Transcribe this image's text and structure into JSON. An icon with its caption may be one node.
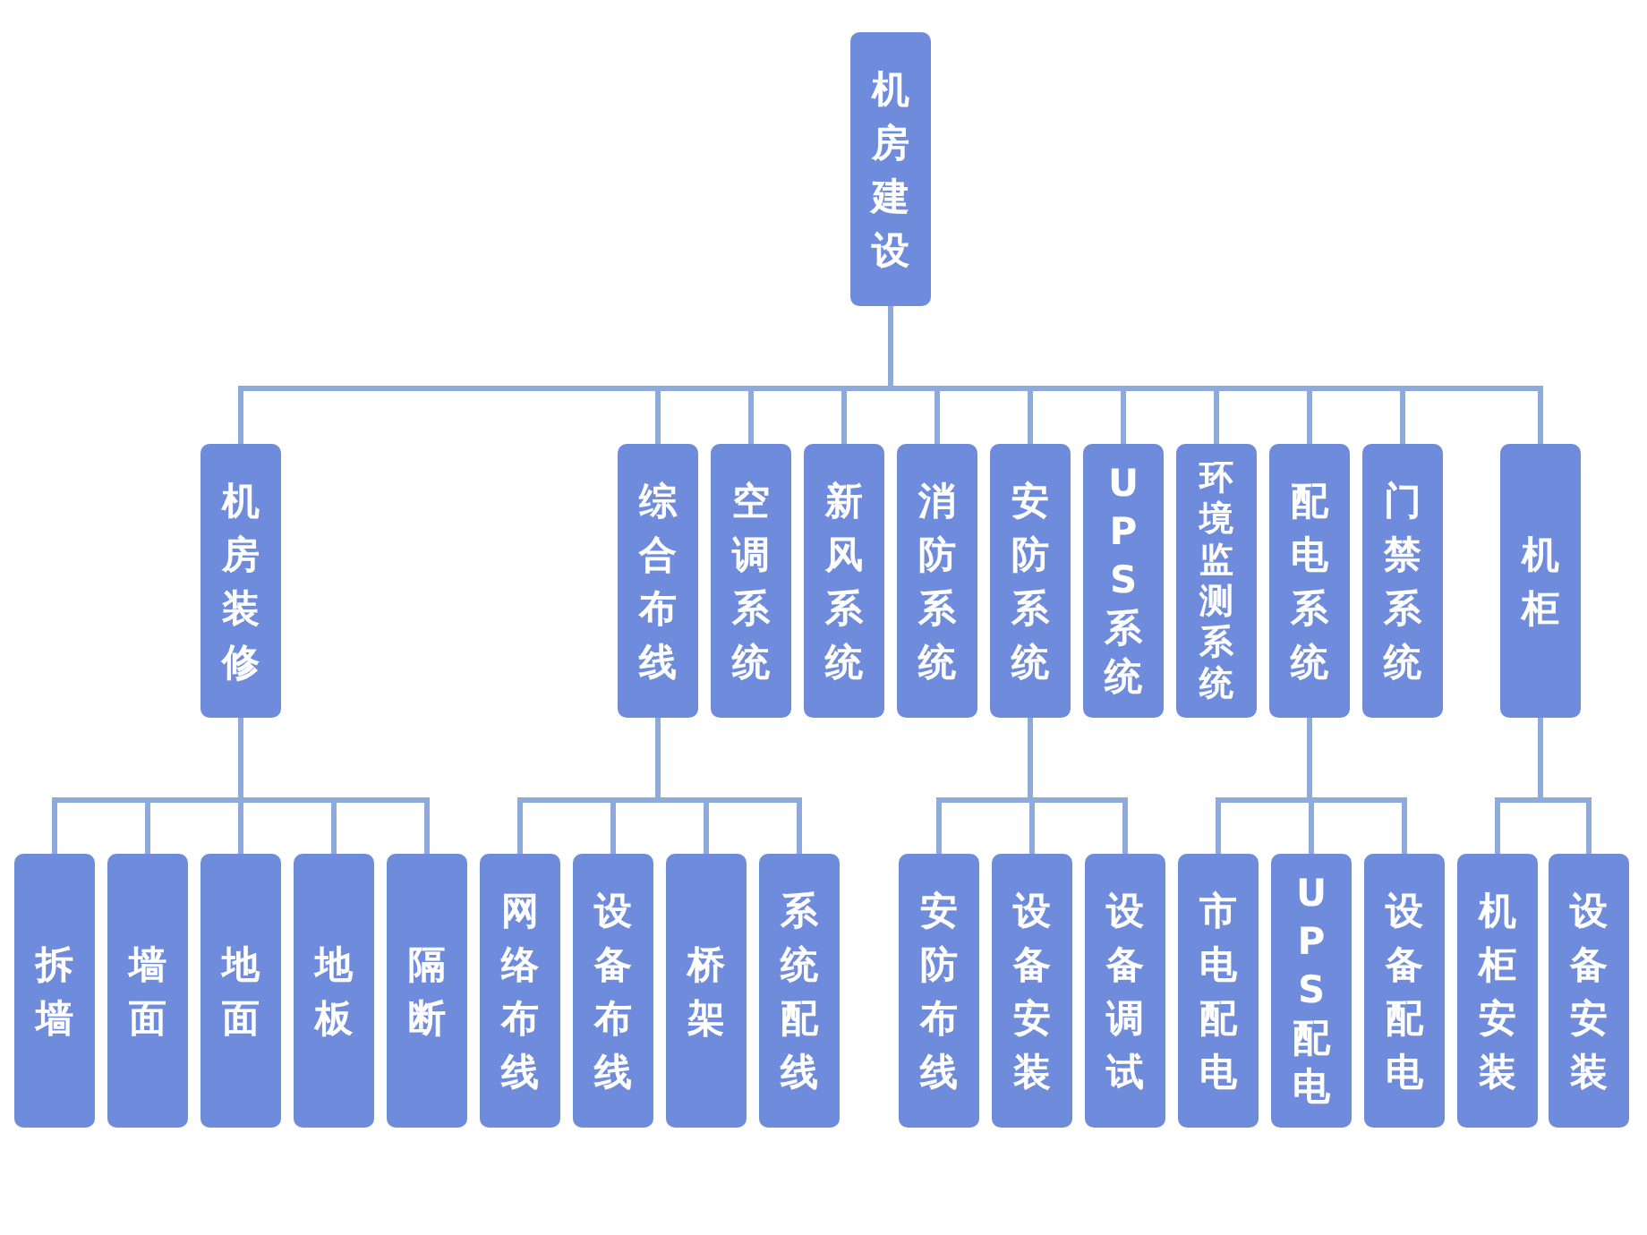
{
  "diagram": {
    "nodes": [
      {
        "text": [
          "机房建设"
        ]
      },
      {
        "text": [
          "机房装修"
        ]
      },
      {
        "text": [
          "综合布线"
        ]
      },
      {
        "text": [
          "空调系统"
        ]
      },
      {
        "text": [
          "新风系统"
        ]
      },
      {
        "text": [
          "消防系统"
        ]
      },
      {
        "text": [
          "安防系统"
        ]
      },
      {
        "text": [
          "UPS系统"
        ]
      },
      {
        "text": [
          "环境监测系统"
        ]
      },
      {
        "text": [
          "配电系统"
        ]
      },
      {
        "text": [
          "门禁系统"
        ]
      },
      {
        "text": [
          "机柜"
        ]
      },
      {
        "text": [
          "拆墙"
        ]
      },
      {
        "text": [
          "墙面"
        ]
      },
      {
        "text": [
          "地面"
        ]
      },
      {
        "text": [
          "地板"
        ]
      },
      {
        "text": [
          "隔断"
        ]
      },
      {
        "text": [
          "网络布线"
        ]
      },
      {
        "text": [
          "设备布线"
        ]
      },
      {
        "text": [
          "桥架"
        ]
      },
      {
        "text": [
          "系统配线"
        ]
      },
      {
        "text": [
          "安防布线"
        ]
      },
      {
        "text": [
          "设备安装"
        ]
      },
      {
        "text": [
          "设备调试"
        ]
      },
      {
        "text": [
          "市电配电"
        ]
      },
      {
        "text": [
          "UPS配电"
        ]
      },
      {
        "text": [
          "设备配电"
        ]
      },
      {
        "text": [
          "机柜安装"
        ]
      },
      {
        "text": [
          "设备安装"
        ]
      }
    ],
    "edges": [
      {
        "from": 0,
        "to": 1,
        "arrow": "none"
      },
      {
        "from": 0,
        "to": 2,
        "arrow": "none"
      },
      {
        "from": 0,
        "to": 3,
        "arrow": "none"
      },
      {
        "from": 0,
        "to": 4,
        "arrow": "none"
      },
      {
        "from": 0,
        "to": 5,
        "arrow": "none"
      },
      {
        "from": 0,
        "to": 6,
        "arrow": "none"
      },
      {
        "from": 0,
        "to": 7,
        "arrow": "none"
      },
      {
        "from": 0,
        "to": 8,
        "arrow": "none"
      },
      {
        "from": 0,
        "to": 9,
        "arrow": "none"
      },
      {
        "from": 0,
        "to": 10,
        "arrow": "none"
      },
      {
        "from": 0,
        "to": 11,
        "arrow": "none"
      },
      {
        "from": 1,
        "to": 12,
        "arrow": "none"
      },
      {
        "from": 1,
        "to": 13,
        "arrow": "none"
      },
      {
        "from": 1,
        "to": 14,
        "arrow": "none"
      },
      {
        "from": 1,
        "to": 15,
        "arrow": "none"
      },
      {
        "from": 1,
        "to": 16,
        "arrow": "none"
      },
      {
        "from": 2,
        "to": 17,
        "arrow": "none"
      },
      {
        "from": 2,
        "to": 18,
        "arrow": "none"
      },
      {
        "from": 2,
        "to": 19,
        "arrow": "none"
      },
      {
        "from": 2,
        "to": 20,
        "arrow": "none"
      },
      {
        "from": 6,
        "to": 21,
        "arrow": "none"
      },
      {
        "from": 6,
        "to": 22,
        "arrow": "none"
      },
      {
        "from": 6,
        "to": 23,
        "arrow": "none"
      },
      {
        "from": 9,
        "to": 24,
        "arrow": "none"
      },
      {
        "from": 9,
        "to": 25,
        "arrow": "none"
      },
      {
        "from": 9,
        "to": 26,
        "arrow": "none"
      },
      {
        "from": 11,
        "to": 27,
        "arrow": "none"
      },
      {
        "from": 11,
        "to": 28,
        "arrow": "none"
      }
    ]
  }
}
